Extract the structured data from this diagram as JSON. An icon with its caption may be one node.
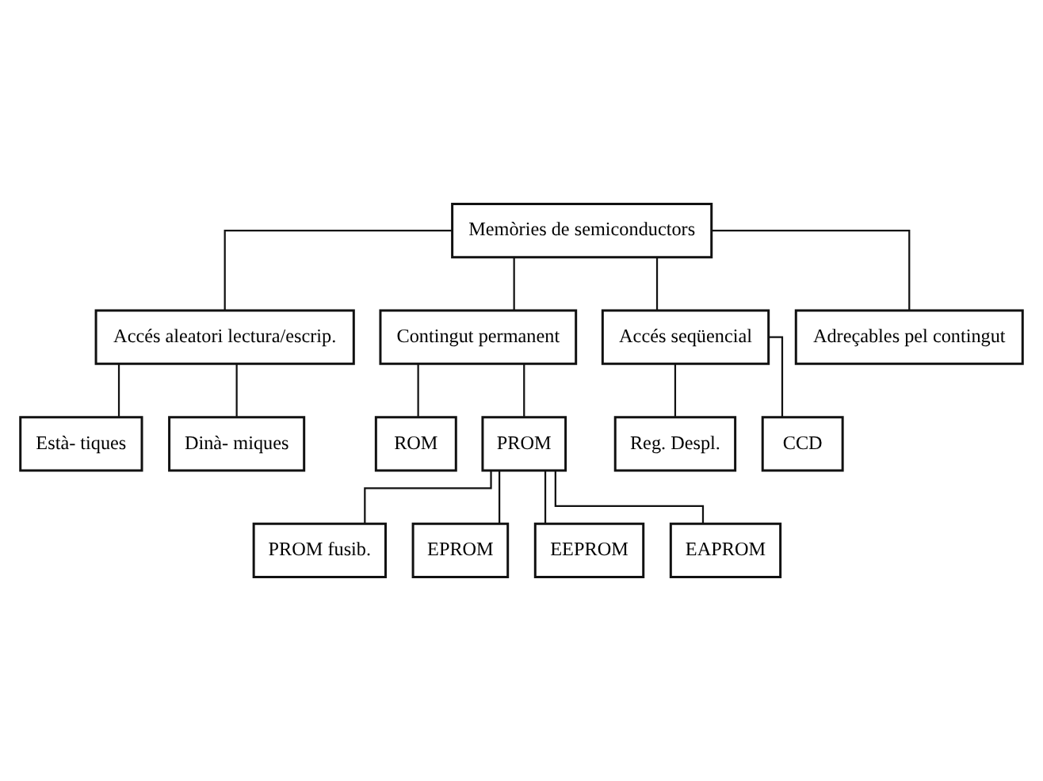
{
  "diagram": {
    "nodes": [
      {
        "text": [
          "Memòries de semiconductors"
        ]
      },
      {
        "text": [
          "Accés aleatori lectura/escrip."
        ]
      },
      {
        "text": [
          "Contingut permanent"
        ]
      },
      {
        "text": [
          "Accés seqüencial"
        ]
      },
      {
        "text": [
          "Adreçables pel contingut"
        ]
      },
      {
        "text": [
          "Està- tiques"
        ]
      },
      {
        "text": [
          "Dinà- miques"
        ]
      },
      {
        "text": [
          "ROM"
        ]
      },
      {
        "text": [
          "PROM"
        ]
      },
      {
        "text": [
          "Reg. Despl."
        ]
      },
      {
        "text": [
          "CCD"
        ]
      },
      {
        "text": [
          "PROM fusib."
        ]
      },
      {
        "text": [
          "EPROM"
        ]
      },
      {
        "text": [
          "EEPROM"
        ]
      },
      {
        "text": [
          "EAPROM"
        ]
      }
    ],
    "edges": [
      {
        "from": 0,
        "to": 1,
        "arrow": "none"
      },
      {
        "from": 0,
        "to": 2,
        "arrow": "none"
      },
      {
        "from": 0,
        "to": 3,
        "arrow": "none"
      },
      {
        "from": 0,
        "to": 4,
        "arrow": "none"
      },
      {
        "from": 1,
        "to": 5,
        "arrow": "none"
      },
      {
        "from": 1,
        "to": 6,
        "arrow": "none"
      },
      {
        "from": 2,
        "to": 7,
        "arrow": "none"
      },
      {
        "from": 2,
        "to": 8,
        "arrow": "none"
      },
      {
        "from": 3,
        "to": 9,
        "arrow": "none"
      },
      {
        "from": 3,
        "to": 10,
        "arrow": "none"
      },
      {
        "from": 8,
        "to": 11,
        "arrow": "none"
      },
      {
        "from": 8,
        "to": 12,
        "arrow": "none"
      },
      {
        "from": 8,
        "to": 13,
        "arrow": "none"
      },
      {
        "from": 8,
        "to": 14,
        "arrow": "none"
      }
    ]
  }
}
